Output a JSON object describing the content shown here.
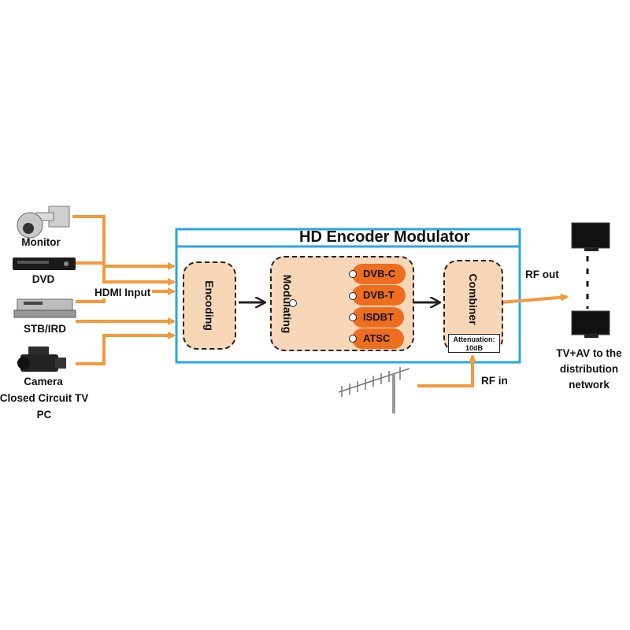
{
  "title": "HD Encoder Modulator",
  "sources": {
    "monitor": "Monitor",
    "dvd": "DVD",
    "stb": "STB/IRD",
    "camera": "Camera",
    "cctv": "Closed Circuit TV",
    "pc": "PC"
  },
  "hdmi_input": "HDMI Input",
  "blocks": {
    "encoding": "Encoding",
    "modulating": "Modulating",
    "combiner": "Combiner"
  },
  "standards": [
    "DVB-C",
    "DVB-T",
    "ISDBT",
    "ATSC"
  ],
  "attenuation": {
    "line1": "Attenuation:",
    "line2": "10dB"
  },
  "rf_out": "RF out",
  "rf_in": "RF in",
  "output": {
    "line1": "TV+AV to the",
    "line2": "distribution",
    "line3": "network"
  },
  "colors": {
    "accent_orange": "#f39a3c",
    "pill_orange": "#ee6e1f",
    "block_fill": "#f8d6b8",
    "frame_blue": "#29a8df"
  }
}
